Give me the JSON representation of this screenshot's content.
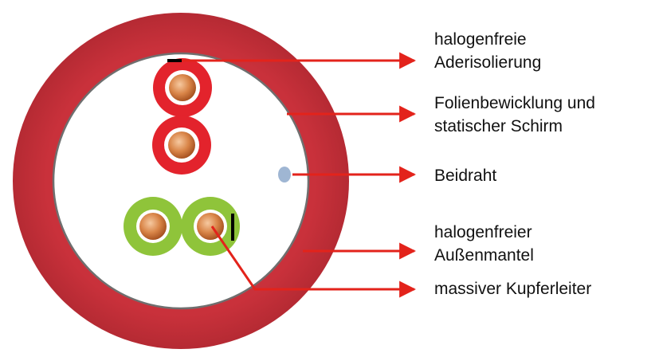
{
  "colors": {
    "jacket": "#c9313b",
    "jacket_shade": "#b52a33",
    "inner_fill": "#ffffff",
    "shield_edge": "#6f6f6f",
    "red_insulation": "#e3232c",
    "green_insulation": "#8fc43a",
    "copper_light": "#f4b98a",
    "copper_dark": "#b35a26",
    "drain_wire": "#9fb6d3",
    "arrow": "#e3231b",
    "marker": "#000000"
  },
  "labels": {
    "core_insulation": [
      "halogenfreie",
      "Aderisolierung"
    ],
    "foil_shield": [
      "Folienbewicklung und",
      "statischer Schirm"
    ],
    "drain_wire": [
      "Beidraht"
    ],
    "outer_jacket": [
      "halogenfreier",
      "Außenmantel"
    ],
    "conductor": [
      "massiver Kupferleiter"
    ]
  }
}
